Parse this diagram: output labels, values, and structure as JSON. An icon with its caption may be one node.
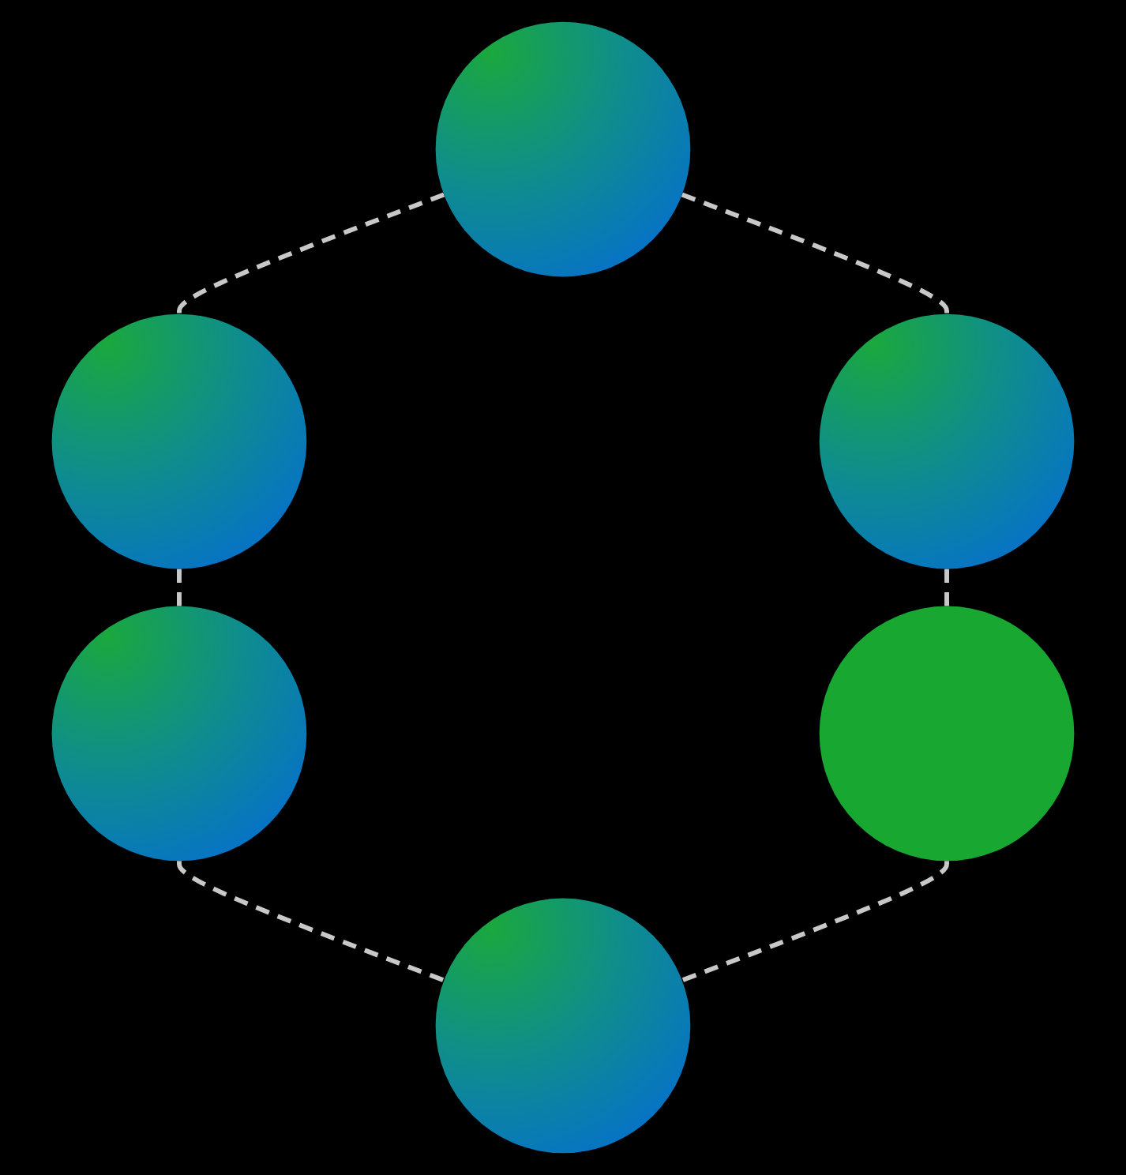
{
  "diagram": {
    "nodes": [
      {
        "text": [],
        "shape": "circle"
      },
      {
        "text": [],
        "shape": "circle"
      },
      {
        "text": [],
        "shape": "circle"
      },
      {
        "text": [],
        "shape": "circle"
      },
      {
        "text": [],
        "shape": "circle"
      },
      {
        "text": [],
        "shape": "circle"
      }
    ],
    "edges": [
      {
        "from": 0,
        "to": 1,
        "arrow": "none",
        "style": "dashed"
      },
      {
        "from": 0,
        "to": 2,
        "arrow": "none",
        "style": "dashed"
      },
      {
        "from": 1,
        "to": 3,
        "arrow": "none",
        "style": "dashed"
      },
      {
        "from": 2,
        "to": 4,
        "arrow": "none",
        "style": "dashed"
      },
      {
        "from": 3,
        "to": 5,
        "arrow": "none",
        "style": "dashed"
      },
      {
        "from": 4,
        "to": 5,
        "arrow": "none",
        "style": "dashed"
      }
    ]
  }
}
